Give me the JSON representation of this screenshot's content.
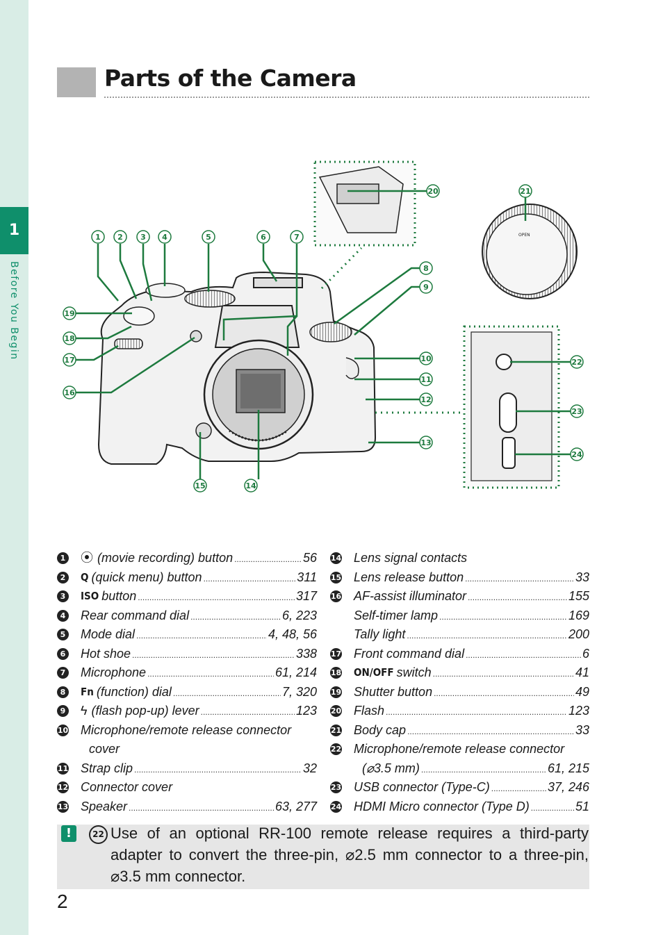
{
  "chapter": {
    "number": "1",
    "label": "Before You Begin"
  },
  "title": "Parts of the Camera",
  "callouts": [
    "1",
    "2",
    "3",
    "4",
    "5",
    "6",
    "7",
    "8",
    "9",
    "10",
    "11",
    "12",
    "13",
    "14",
    "15",
    "16",
    "17",
    "18",
    "19",
    "20",
    "21",
    "22",
    "23",
    "24"
  ],
  "body_cap_text": "OPEN",
  "left_items": [
    {
      "n": "1",
      "icon": "⦿",
      "kw": "",
      "label": "(movie recording) button",
      "page": "56"
    },
    {
      "n": "2",
      "icon": "",
      "kw": "Q",
      "label": "(quick menu) button",
      "page": "311"
    },
    {
      "n": "3",
      "icon": "",
      "kw": "ISO",
      "label": "button",
      "page": "317"
    },
    {
      "n": "4",
      "icon": "",
      "kw": "",
      "label": "Rear command dial",
      "page": "6, 223"
    },
    {
      "n": "5",
      "icon": "",
      "kw": "",
      "label": "Mode dial",
      "page": "4, 48, 56"
    },
    {
      "n": "6",
      "icon": "",
      "kw": "",
      "label": "Hot shoe",
      "page": "338"
    },
    {
      "n": "7",
      "icon": "",
      "kw": "",
      "label": "Microphone",
      "page": "61, 214"
    },
    {
      "n": "8",
      "icon": "",
      "kw": "Fn",
      "label": "(function) dial",
      "page": "7, 320"
    },
    {
      "n": "9",
      "icon": "ϟ",
      "kw": "",
      "label": "(flash pop-up) lever",
      "page": "123"
    },
    {
      "n": "10",
      "icon": "",
      "kw": "",
      "label": "Microphone/remote release connector",
      "page": ""
    },
    {
      "n": "",
      "icon": "",
      "kw": "",
      "label": "cover",
      "page": "",
      "indent": true
    },
    {
      "n": "11",
      "icon": "",
      "kw": "",
      "label": "Strap clip",
      "page": "32"
    },
    {
      "n": "12",
      "icon": "",
      "kw": "",
      "label": "Connector cover",
      "page": ""
    },
    {
      "n": "13",
      "icon": "",
      "kw": "",
      "label": "Speaker",
      "page": "63, 277"
    }
  ],
  "right_items": [
    {
      "n": "14",
      "icon": "",
      "kw": "",
      "label": "Lens signal contacts",
      "page": ""
    },
    {
      "n": "15",
      "icon": "",
      "kw": "",
      "label": "Lens release button",
      "page": "33"
    },
    {
      "n": "16",
      "icon": "",
      "kw": "",
      "label": "AF-assist illuminator",
      "page": "155"
    },
    {
      "n": "",
      "icon": "",
      "kw": "",
      "label": "Self-timer lamp",
      "page": "169"
    },
    {
      "n": "",
      "icon": "",
      "kw": "",
      "label": "Tally light",
      "page": "200"
    },
    {
      "n": "17",
      "icon": "",
      "kw": "",
      "label": "Front command dial",
      "page": "6"
    },
    {
      "n": "18",
      "icon": "",
      "kw": "ON/OFF",
      "label": "switch",
      "page": "41"
    },
    {
      "n": "19",
      "icon": "",
      "kw": "",
      "label": "Shutter button",
      "page": "49"
    },
    {
      "n": "20",
      "icon": "",
      "kw": "",
      "label": "Flash",
      "page": "123"
    },
    {
      "n": "21",
      "icon": "",
      "kw": "",
      "label": "Body cap",
      "page": "33"
    },
    {
      "n": "22",
      "icon": "",
      "kw": "",
      "label": "Microphone/remote release connector",
      "page": ""
    },
    {
      "n": "",
      "icon": "",
      "kw": "",
      "label": "(⌀3.5 mm)",
      "page": "61, 215",
      "indent": true
    },
    {
      "n": "23",
      "icon": "",
      "kw": "",
      "label": "USB connector (Type-C)",
      "page": "37, 246"
    },
    {
      "n": "24",
      "icon": "",
      "kw": "",
      "label": "HDMI Micro connector (Type D)",
      "page": "51"
    }
  ],
  "note": {
    "icon": "!",
    "ref": "22",
    "text": "Use of an optional RR-100 remote release requires a third-party adapter to convert the three-pin, ⌀2.5 mm connector to a three-pin, ⌀3.5 mm connector."
  },
  "page_number": "2",
  "colors": {
    "accent": "#0f8f6b",
    "tab_bg": "#d9ede6",
    "callout": "#1d7a3e"
  }
}
